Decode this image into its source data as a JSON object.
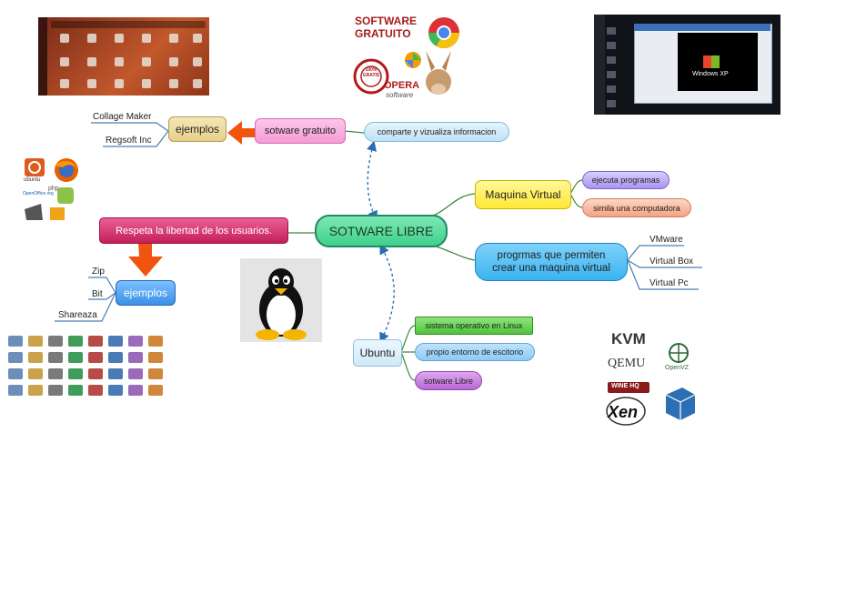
{
  "center": {
    "label": "SOTWARE LIBRE"
  },
  "branches": {
    "gratuito": {
      "label": "sotware gratuito",
      "sub": "comparte y vizualiza informacion",
      "examples_label": "ejemplos",
      "examples": [
        "Collage Maker",
        "Regsoft Inc"
      ]
    },
    "libertad": {
      "label": "Respeta la libertad de los usuarios.",
      "examples_label": "ejemplos",
      "examples": [
        "Zip",
        "Bit",
        "Shareaza"
      ]
    },
    "maquina": {
      "label": "Maquina Virtual",
      "items": [
        "ejecuta programas",
        "simila una computadora"
      ]
    },
    "programas": {
      "label": "progrmas que permiten crear una maquina virtual",
      "items": [
        "VMware",
        "Virtual Box",
        "Virtual Pc"
      ]
    },
    "ubuntu": {
      "label": "Ubuntu",
      "items": [
        "sistema operativo en Linux",
        "propio entorno de escitorio",
        "sotware Libre"
      ]
    }
  },
  "images": {
    "software_gratuito": {
      "line1": "SOFTWARE",
      "line2": "GRATUITO",
      "stamp": "100% GRATIS",
      "opera": "OPERA",
      "sub": "software"
    },
    "ubuntu_logo": "ubuntu",
    "openoffice": "OpenOffice.org",
    "php": "php",
    "windows": "Windows XP",
    "virt_logos": [
      "KVM",
      "QEMU",
      "OpenVZ",
      "WINE HQ",
      "Xen"
    ]
  },
  "colors": {
    "center": "#3fd08a",
    "gratuito": "#f59bd6",
    "libertad": "#d8336e",
    "ejemplos_top": "#e8d08a",
    "ejemplos_left": "#3a90e8",
    "maquina": "#ffe833",
    "programas": "#3ab3f0",
    "ubuntu": "#cfe9f8",
    "arrow": "#f0540f"
  }
}
